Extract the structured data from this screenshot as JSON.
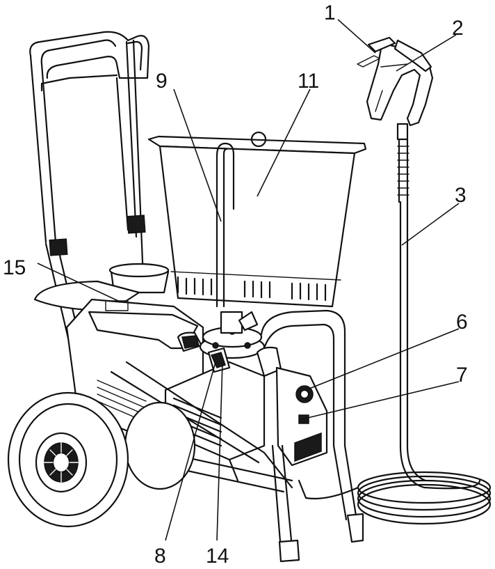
{
  "diagram": {
    "callouts": [
      {
        "id": "c1",
        "label": "1"
      },
      {
        "id": "c2",
        "label": "2"
      },
      {
        "id": "c3",
        "label": "3"
      },
      {
        "id": "c6",
        "label": "6"
      },
      {
        "id": "c7",
        "label": "7"
      },
      {
        "id": "c8",
        "label": "8"
      },
      {
        "id": "c9",
        "label": "9"
      },
      {
        "id": "c11",
        "label": "11"
      },
      {
        "id": "c14",
        "label": "14"
      },
      {
        "id": "c15",
        "label": "15"
      }
    ]
  }
}
